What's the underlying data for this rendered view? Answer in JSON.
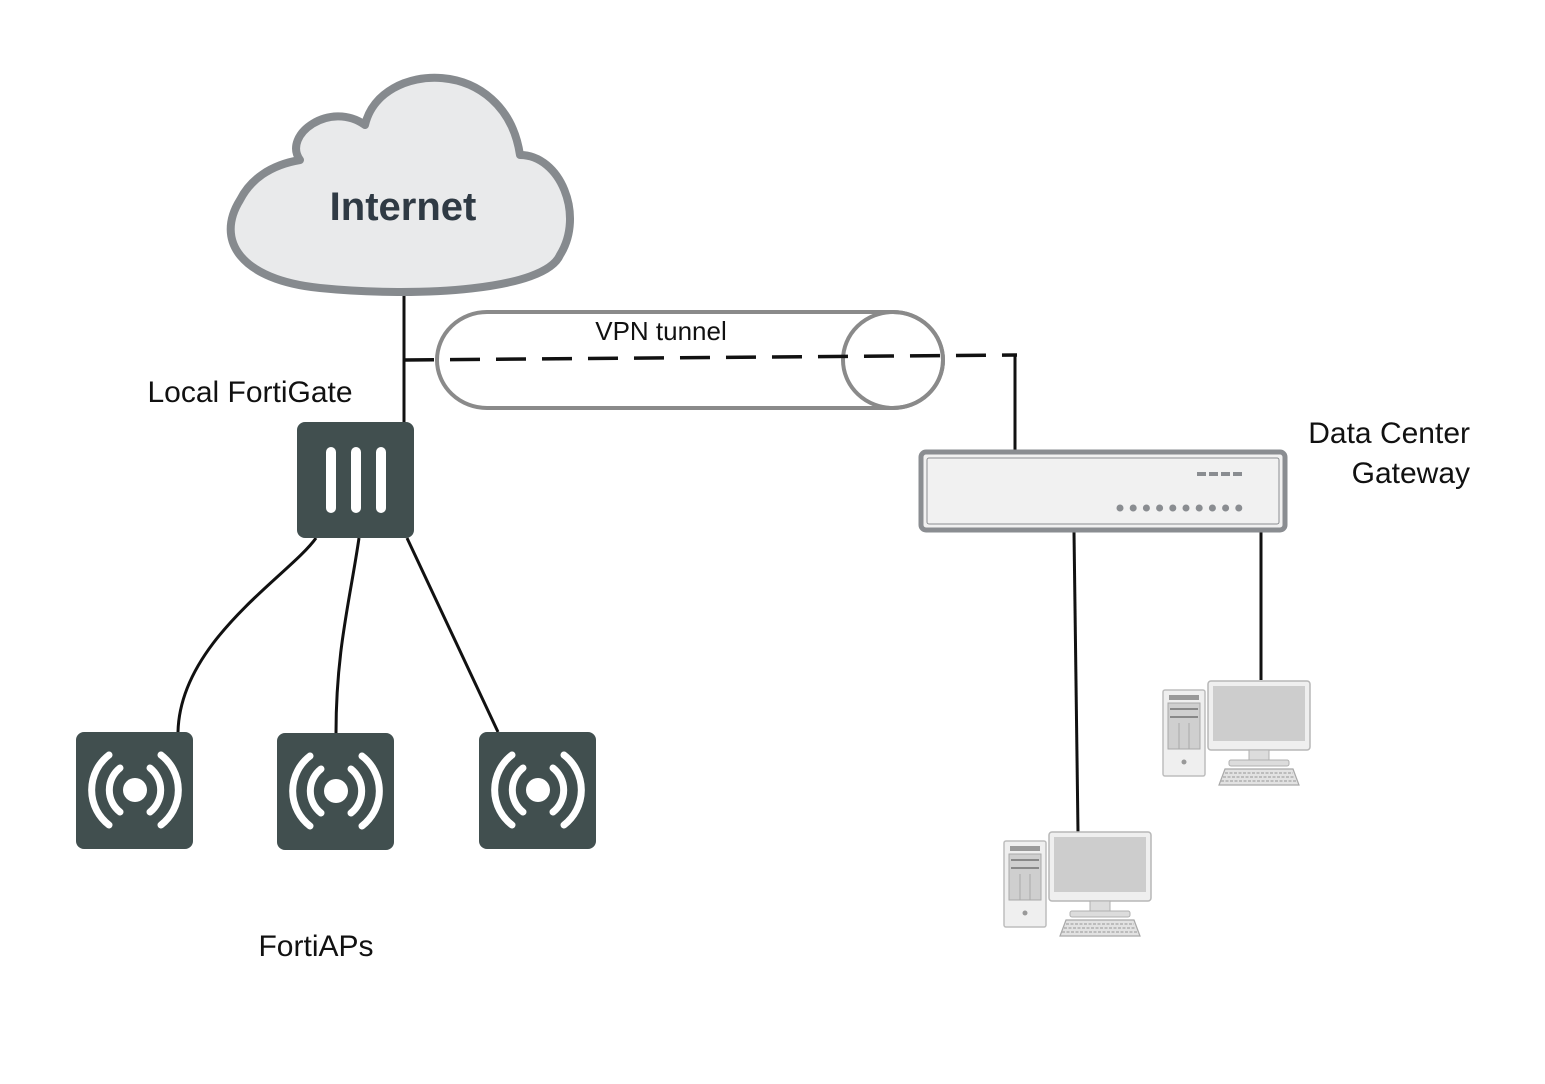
{
  "diagram": {
    "nodes": {
      "internet": {
        "label": "Internet",
        "type": "cloud"
      },
      "local_fortigate": {
        "label": "Local FortiGate",
        "type": "firewall"
      },
      "vpn_tunnel": {
        "label": "VPN tunnel",
        "type": "tunnel"
      },
      "data_center_gateway": {
        "label_line1": "Data Center",
        "label_line2": "Gateway",
        "type": "gateway"
      },
      "fortiaps": {
        "label": "FortiAPs",
        "count": 3,
        "type": "access-point"
      },
      "workstations": {
        "count": 2,
        "type": "desktop-computer"
      }
    },
    "edges": [
      {
        "from": "internet",
        "to": "local_fortigate",
        "style": "solid"
      },
      {
        "from": "local_fortigate",
        "to": "data_center_gateway",
        "style": "dashed",
        "via": "vpn_tunnel"
      },
      {
        "from": "local_fortigate",
        "to": "fortiap-1",
        "style": "solid"
      },
      {
        "from": "local_fortigate",
        "to": "fortiap-2",
        "style": "solid"
      },
      {
        "from": "local_fortigate",
        "to": "fortiap-3",
        "style": "solid"
      },
      {
        "from": "data_center_gateway",
        "to": "workstation-1",
        "style": "solid"
      },
      {
        "from": "data_center_gateway",
        "to": "workstation-2",
        "style": "solid"
      }
    ],
    "colors": {
      "device_dark": "#414f4f",
      "cloud_fill": "#e9eaeb",
      "cloud_stroke": "#868a8e",
      "tunnel_stroke": "#8a8a8a",
      "gateway_fill": "#f1f1f1",
      "gateway_stroke": "#8a8d91",
      "line": "#111111"
    }
  }
}
